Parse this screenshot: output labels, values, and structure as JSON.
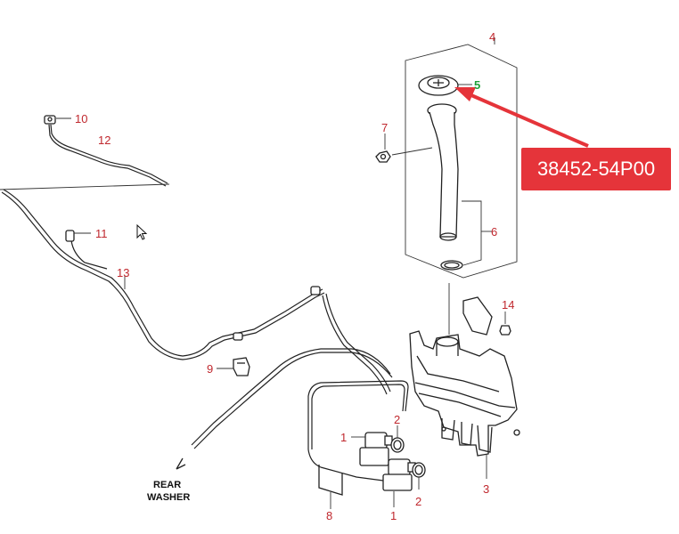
{
  "callout": {
    "part_number": "38452-54P00",
    "color": "#e5343a"
  },
  "rear_washer": {
    "line1": "REAR",
    "line2": "WASHER"
  },
  "callouts": {
    "n1a": "1",
    "n1b": "1",
    "n2a": "2",
    "n2b": "2",
    "n3": "3",
    "n4": "4",
    "n5": "5",
    "n6": "6",
    "n7": "7",
    "n8": "8",
    "n9": "9",
    "n10": "10",
    "n11": "11",
    "n12": "12",
    "n13": "13",
    "n14": "14"
  },
  "colors": {
    "callout_numbers": "#c0282e",
    "highlight_number": "#21a038"
  }
}
